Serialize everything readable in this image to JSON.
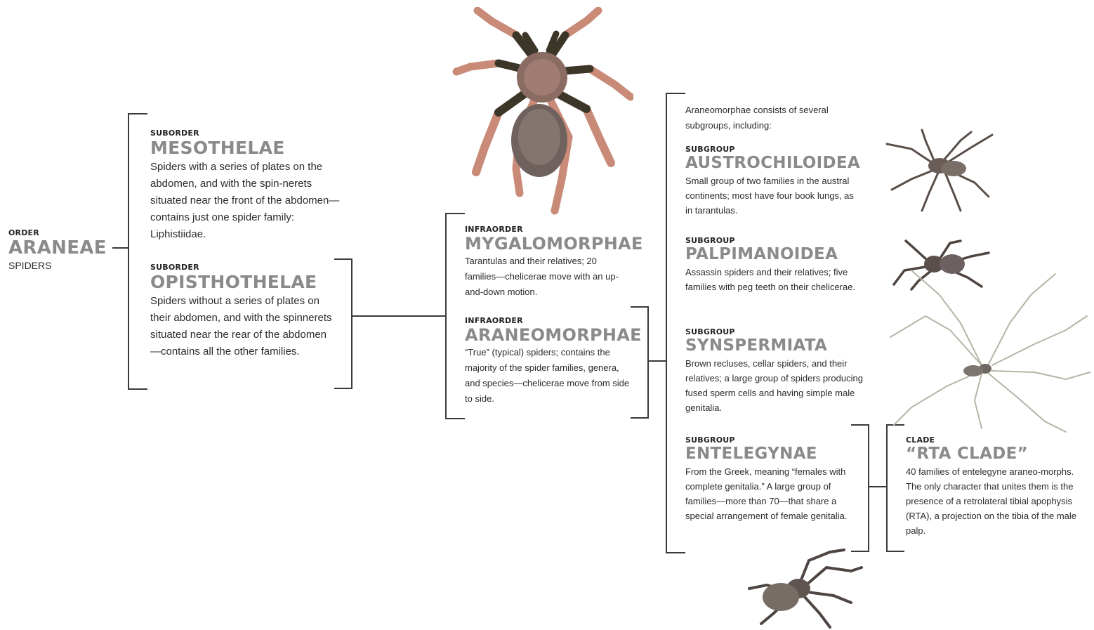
{
  "order": {
    "rank": "ORDER",
    "name": "ARANEAE",
    "common": "SPIDERS"
  },
  "mesothelae": {
    "rank": "SUBORDER",
    "name": "MESOTHELAE",
    "desc": "Spiders with a series of plates on the abdomen, and with the spin-nerets situated near the front of the abdomen—contains just one spider family: Liphistiidae."
  },
  "opisthothelae": {
    "rank": "SUBORDER",
    "name": "OPISTHOTHELAE",
    "desc": "Spiders without a series of plates on their abdomen, and with the spinnerets situated near the rear of the abdomen—contains all the other families."
  },
  "mygalomorphae": {
    "rank": "INFRAORDER",
    "name": "MYGALOMORPHAE",
    "desc": "Tarantulas and their relatives; 20 families—chelicerae move with an up-and-down motion."
  },
  "araneomorphae": {
    "rank": "INFRAORDER",
    "name": "ARANEOMORPHAE",
    "desc": "“True” (typical) spiders; contains the majority of the spider families, genera, and species—chelicerae move from side to side."
  },
  "intro": "Araneomorphae consists of several subgroups, including:",
  "austrochiloidea": {
    "rank": "SUBGROUP",
    "name": "AUSTROCHILOIDEA",
    "desc": "Small group of two families in the austral continents; most have four book lungs, as in tarantulas."
  },
  "palpimanoidea": {
    "rank": "SUBGROUP",
    "name": "PALPIMANOIDEA",
    "desc": "Assassin spiders and their relatives; five families with peg teeth on their chelicerae."
  },
  "synspermiata": {
    "rank": "SUBGROUP",
    "name": "SYNSPERMIATA",
    "desc": "Brown recluses, cellar spiders, and their relatives; a large group of spiders producing fused sperm cells and having simple male genitalia."
  },
  "entelegynae": {
    "rank": "SUBGROUP",
    "name": "ENTELEGYNAE",
    "desc": "From the Greek, meaning “females with complete genitalia.” A large group of families—more than 70—that share a special arrangement of female genitalia."
  },
  "rta": {
    "rank": "CLADE",
    "name": "“RTA CLADE”",
    "desc": "40 families of entelegyne araneo-morphs. The only character that unites them is the presence of a retrolateral tibial apophysis (RTA), a projection on the tibia of the male palp."
  },
  "colors": {
    "name_gray": "#8a8a8a",
    "line": "#3a3a3a",
    "text": "#2b2b2b"
  },
  "icons": [
    "tarantula-icon",
    "austrochiloid-spider-icon",
    "assassin-spider-icon",
    "cellar-spider-icon",
    "wolf-spider-icon"
  ]
}
